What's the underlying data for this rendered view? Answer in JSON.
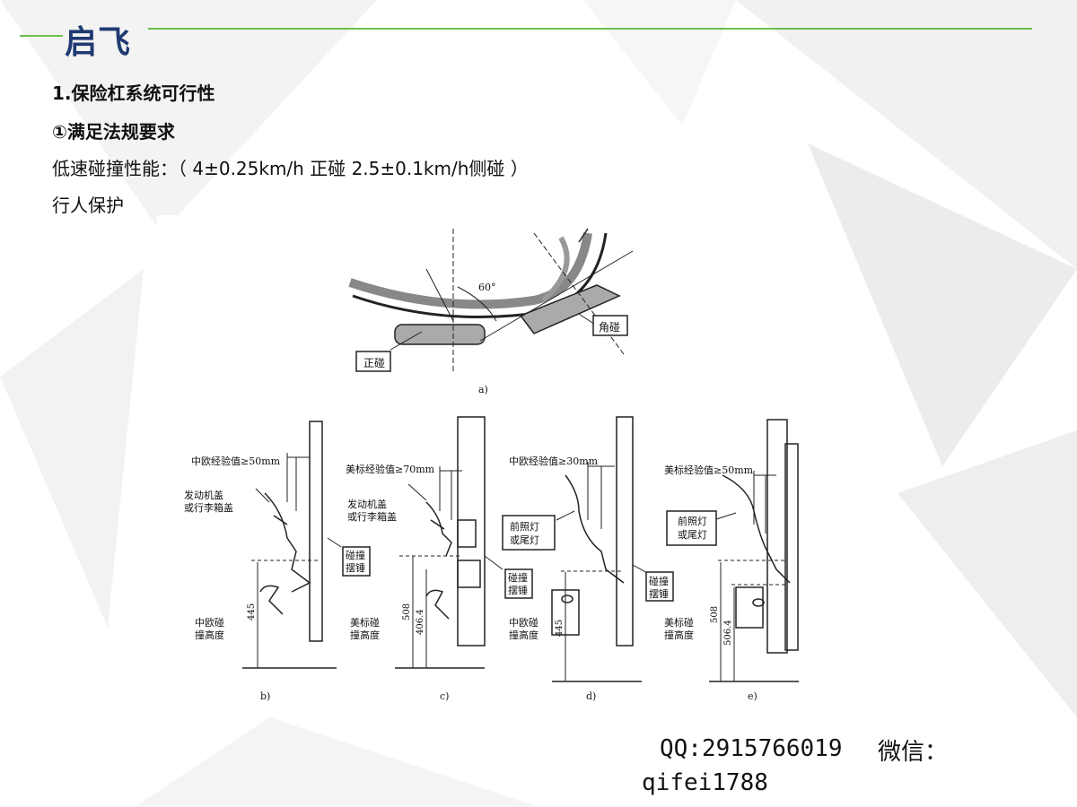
{
  "header": {
    "brand": "启飞"
  },
  "content": {
    "heading": "1.保险杠系统可行性",
    "subheading": "①满足法规要求",
    "line1": "低速碰撞性能：（ 4±0.25km/h 正碰 2.5±0.1km/h侧碰 ）",
    "line2": "行人保护"
  },
  "figure": {
    "a": {
      "angle": "60°",
      "front": "正碰",
      "corner": "角碰",
      "caption": "a)"
    },
    "b": {
      "limit": "中欧经验值≥50mm",
      "hood1": "发动机盖",
      "hood2": "或行李箱盖",
      "pend1": "碰撞",
      "pend2": "摆锤",
      "height": "445",
      "hlabel1": "中欧碰",
      "hlabel2": "撞高度",
      "caption": "b)"
    },
    "c": {
      "limit": "美标经验值≥70mm",
      "hood1": "发动机盖",
      "hood2": "或行李箱盖",
      "pend1": "碰撞",
      "pend2": "摆锤",
      "height1": "508",
      "height2": "406.4",
      "hlabel1": "美标碰",
      "hlabel2": "撞高度",
      "caption": "c)"
    },
    "d": {
      "limit": "中欧经验值≥30mm",
      "lamp1": "前照灯",
      "lamp2": "或尾灯",
      "pend1": "碰撞",
      "pend2": "摆锤",
      "height": "445",
      "hlabel1": "中欧碰",
      "hlabel2": "撞高度",
      "caption": "d)"
    },
    "e": {
      "limit": "美标经验值≥50mm",
      "lamp1": "前照灯",
      "lamp2": "或尾灯",
      "height1": "508",
      "height2": "506.4",
      "hlabel1": "美标碰",
      "hlabel2": "撞高度",
      "caption": "e)"
    }
  },
  "footer": {
    "qq": "QQ:2915766019",
    "wechat": "微信：",
    "wechat_id": "qifei1788"
  }
}
